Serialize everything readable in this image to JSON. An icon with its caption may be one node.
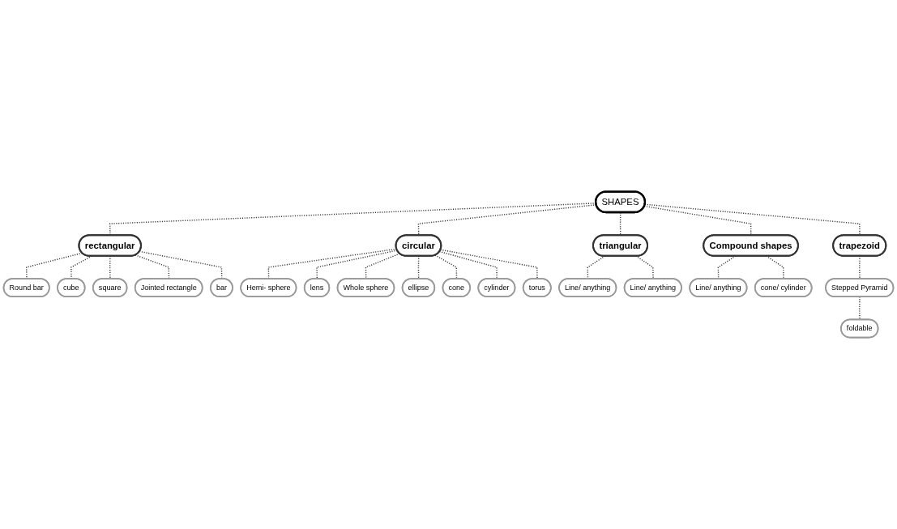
{
  "diagram": {
    "nodes": [
      {
        "text": [
          "SHAPES"
        ]
      },
      {
        "text": [
          "rectangular"
        ]
      },
      {
        "text": [
          "Round bar"
        ]
      },
      {
        "text": [
          "cube"
        ]
      },
      {
        "text": [
          "square"
        ]
      },
      {
        "text": [
          "Jointed rectangle"
        ]
      },
      {
        "text": [
          "bar"
        ]
      },
      {
        "text": [
          "circular"
        ]
      },
      {
        "text": [
          "Hemi- sphere"
        ]
      },
      {
        "text": [
          "lens"
        ]
      },
      {
        "text": [
          "Whole sphere"
        ]
      },
      {
        "text": [
          "ellipse"
        ]
      },
      {
        "text": [
          "cone"
        ]
      },
      {
        "text": [
          "cylinder"
        ]
      },
      {
        "text": [
          "torus"
        ]
      },
      {
        "text": [
          "triangular"
        ]
      },
      {
        "text": [
          "Line/ anything"
        ]
      },
      {
        "text": [
          "Line/ anything"
        ]
      },
      {
        "text": [
          "Compound shapes"
        ]
      },
      {
        "text": [
          "Line/ anything"
        ]
      },
      {
        "text": [
          "cone/ cylinder"
        ]
      },
      {
        "text": [
          "trapezoid"
        ]
      },
      {
        "text": [
          "Stepped Pyramid"
        ]
      },
      {
        "text": [
          "foldable"
        ]
      }
    ],
    "edges": [
      {
        "from": 0,
        "to": 1,
        "arrow": "none",
        "style": "dashed"
      },
      {
        "from": 0,
        "to": 7,
        "arrow": "none",
        "style": "dashed"
      },
      {
        "from": 0,
        "to": 15,
        "arrow": "none",
        "style": "dashed"
      },
      {
        "from": 0,
        "to": 18,
        "arrow": "none",
        "style": "dashed"
      },
      {
        "from": 0,
        "to": 21,
        "arrow": "none",
        "style": "dashed"
      },
      {
        "from": 1,
        "to": 2,
        "arrow": "none",
        "style": "dashed"
      },
      {
        "from": 1,
        "to": 3,
        "arrow": "none",
        "style": "dashed"
      },
      {
        "from": 1,
        "to": 4,
        "arrow": "none",
        "style": "dashed"
      },
      {
        "from": 1,
        "to": 5,
        "arrow": "none",
        "style": "dashed"
      },
      {
        "from": 1,
        "to": 6,
        "arrow": "none",
        "style": "dashed"
      },
      {
        "from": 7,
        "to": 8,
        "arrow": "none",
        "style": "dashed"
      },
      {
        "from": 7,
        "to": 9,
        "arrow": "none",
        "style": "dashed"
      },
      {
        "from": 7,
        "to": 10,
        "arrow": "none",
        "style": "dashed"
      },
      {
        "from": 7,
        "to": 11,
        "arrow": "none",
        "style": "dashed"
      },
      {
        "from": 7,
        "to": 12,
        "arrow": "none",
        "style": "dashed"
      },
      {
        "from": 7,
        "to": 13,
        "arrow": "none",
        "style": "dashed"
      },
      {
        "from": 7,
        "to": 14,
        "arrow": "none",
        "style": "dashed"
      },
      {
        "from": 15,
        "to": 16,
        "arrow": "none",
        "style": "dashed"
      },
      {
        "from": 15,
        "to": 17,
        "arrow": "none",
        "style": "dashed"
      },
      {
        "from": 18,
        "to": 19,
        "arrow": "none",
        "style": "dashed"
      },
      {
        "from": 18,
        "to": 20,
        "arrow": "none",
        "style": "dashed"
      },
      {
        "from": 21,
        "to": 22,
        "arrow": "none",
        "style": "dashed"
      },
      {
        "from": 22,
        "to": 23,
        "arrow": "none",
        "style": "dashed"
      }
    ]
  }
}
